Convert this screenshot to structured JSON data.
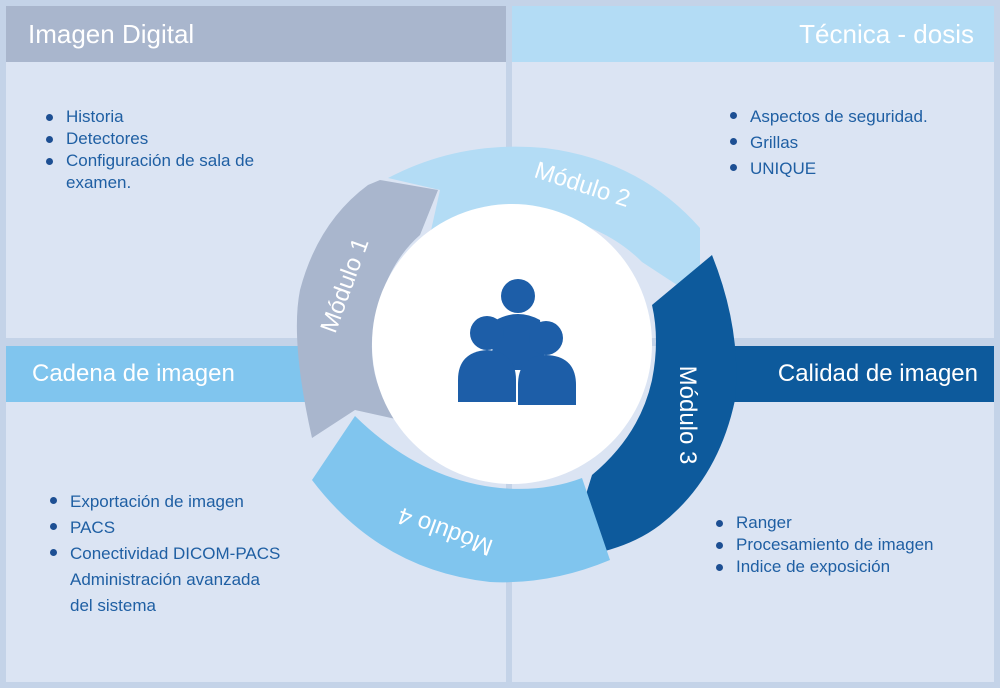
{
  "quadrants": {
    "top_left": {
      "title": "Imagen Digital",
      "items": [
        "Historia",
        "Detectores",
        "Configuración de sala de",
        "examen."
      ]
    },
    "top_right": {
      "title": "Técnica - dosis",
      "items": [
        "Aspectos de seguridad.",
        "Grillas",
        "UNIQUE"
      ]
    },
    "bottom_left": {
      "title": "Cadena de imagen",
      "items": [
        "Exportación de imagen",
        "PACS",
        "Conectividad DICOM-PACS",
        "Administración avanzada",
        "del sistema"
      ]
    },
    "bottom_right": {
      "title": "Calidad de imagen",
      "items": [
        "Ranger",
        "Procesamiento de imagen",
        "Indice de exposición"
      ]
    }
  },
  "modules": [
    "Módulo 1",
    "Módulo 2",
    "Módulo 3",
    "Módulo 4"
  ],
  "center_icon": "group-people-icon",
  "colors": {
    "module1": "#a9b6cd",
    "module2": "#b3dcf5",
    "module3": "#0d5a9c",
    "module4": "#80c5ee",
    "icon": "#1d5ea8"
  }
}
